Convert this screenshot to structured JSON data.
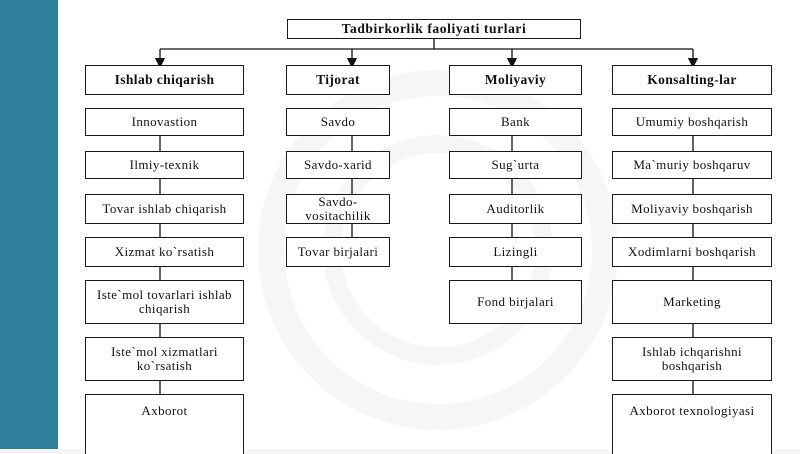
{
  "title": "Tadbirkorlik faoliyati turlari",
  "columns": [
    {
      "header": "Ishlab chiqarish",
      "items": [
        "Innovastion",
        "Ilmiy-texnik",
        "Tovar ishlab chiqarish",
        "Xizmat ko`rsatish",
        "Iste`mol tovarlari ishlab chiqarish",
        "Iste`mol xizmatlari ko`rsatish",
        "Axborot"
      ]
    },
    {
      "header": "Tijorat",
      "items": [
        "Savdo",
        "Savdo-xarid",
        "Savdo-vositachilik",
        "Tovar birjalari"
      ]
    },
    {
      "header": "Moliyaviy",
      "items": [
        "Bank",
        "Sug`urta",
        "Auditorlik",
        "Lizingli",
        "Fond birjalari"
      ]
    },
    {
      "header": "Konsalting-lar",
      "items": [
        "Umumiy boshqarish",
        "Ma`muriy boshqaruv",
        "Moliyaviy boshqarish",
        "Xodimlarni boshqarish",
        "Marketing",
        "Ishlab ichqarishni boshqarish",
        "Axborot texnologiyasi"
      ]
    }
  ]
}
